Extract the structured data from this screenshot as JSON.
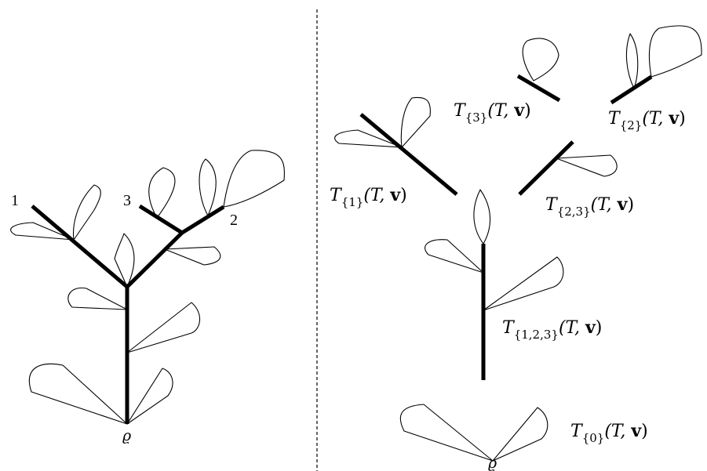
{
  "left_tree": {
    "leaf_labels": [
      "1",
      "3",
      "2"
    ],
    "root_label": "ϱ"
  },
  "right_pieces": {
    "labels": [
      {
        "T": "T",
        "sub": "{3}",
        "args": "(T, ",
        "v": "v",
        "close": ")"
      },
      {
        "T": "T",
        "sub": "{2}",
        "args": "(T, ",
        "v": "v",
        "close": ")"
      },
      {
        "T": "T",
        "sub": "{1}",
        "args": "(T, ",
        "v": "v",
        "close": ")"
      },
      {
        "T": "T",
        "sub": "{2,3}",
        "args": "(T, ",
        "v": "v",
        "close": ")"
      },
      {
        "T": "T",
        "sub": "{1,2,3}",
        "args": "(T, ",
        "v": "v",
        "close": ")"
      },
      {
        "T": "T",
        "sub": "{0}",
        "args": "(T, ",
        "v": "v",
        "close": ")"
      }
    ],
    "root_label": "ϱ"
  }
}
